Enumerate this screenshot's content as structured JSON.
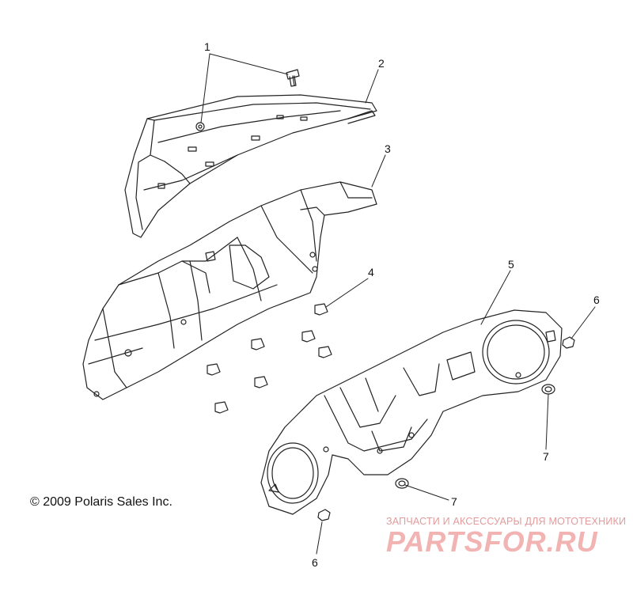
{
  "callouts": {
    "c1": "1",
    "c2": "2",
    "c3": "3",
    "c4": "4",
    "c5": "5",
    "c6_top": "6",
    "c6_bottom": "6",
    "c7_right": "7",
    "c7_bottom": "7"
  },
  "copyright": "© 2009 Polaris Sales Inc.",
  "watermark": {
    "tagline": "ЗАПЧАСТИ И АКСЕССУАРЫ ДЛЯ МОТОТЕХНИКИ",
    "logo": "PARTSFOR.RU"
  },
  "colors": {
    "line": "#222222",
    "watermark": "#f2b3b3"
  }
}
